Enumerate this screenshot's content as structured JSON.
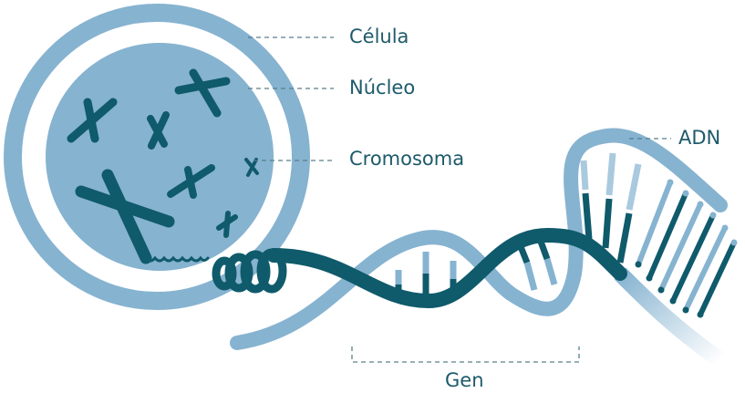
{
  "labels": {
    "cell": "Célula",
    "nucleus": "Núcleo",
    "chromosome": "Cromosoma",
    "dna": "ADN",
    "gene": "Gen"
  },
  "colors": {
    "light_blue": "#86b3d0",
    "pale_blue": "#a9c9de",
    "dark_teal": "#0f5a6b",
    "label_text": "#1d5a6b",
    "leader_line": "#5a7f8c"
  }
}
